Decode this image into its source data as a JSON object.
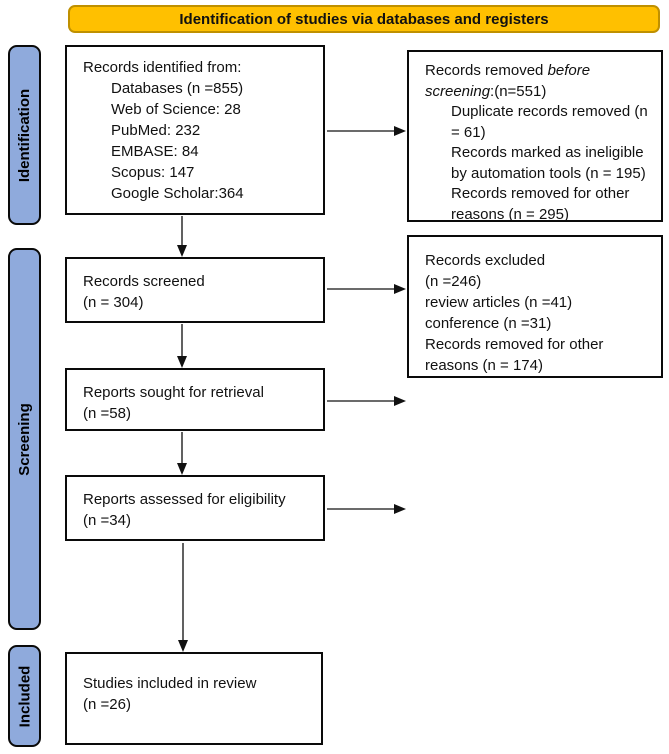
{
  "colors": {
    "header_fill": "#FFC000",
    "header_border": "#BF9000",
    "stage_fill": "#8FAADC",
    "stage_border": "#0a0a0a",
    "box_border": "#0a0a0a",
    "arrow": "#3a3a3a",
    "arrow_head": "#111111"
  },
  "header": {
    "title": "Identification of studies via databases and registers"
  },
  "stages": {
    "identification": "Identification",
    "screening": "Screening",
    "included": "Included"
  },
  "boxes": {
    "records_identified": {
      "intro": "Records identified from:",
      "items": [
        "Databases (n =855)",
        "Web of Science: 28",
        "PubMed: 232",
        "EMBASE: 84",
        "Scopus: 147",
        "Google Scholar:364"
      ]
    },
    "records_removed": {
      "intro_prefix": "Records removed ",
      "intro_italic": "before screening",
      "intro_suffix": ":(n=551)",
      "items": [
        "Duplicate records removed (n = 61)",
        "Records marked as ineligible by automation tools (n = 195)",
        "Records removed for other reasons (n = 295)"
      ]
    },
    "records_screened": {
      "lines": [
        "Records screened",
        "(n = 304)"
      ]
    },
    "records_excluded": {
      "lines": [
        "Records excluded",
        "(n =246)",
        "review articles (n =41)",
        "conference (n =31)",
        "Records removed for other reasons (n = 174)"
      ]
    },
    "reports_sought": {
      "lines": [
        "Reports sought for retrieval",
        "(n =58)"
      ]
    },
    "reports_assessed": {
      "lines": [
        "Reports assessed for eligibility",
        "(n =34)"
      ]
    },
    "studies_included": {
      "lines": [
        "Studies included in review",
        "(n =26)"
      ]
    }
  }
}
